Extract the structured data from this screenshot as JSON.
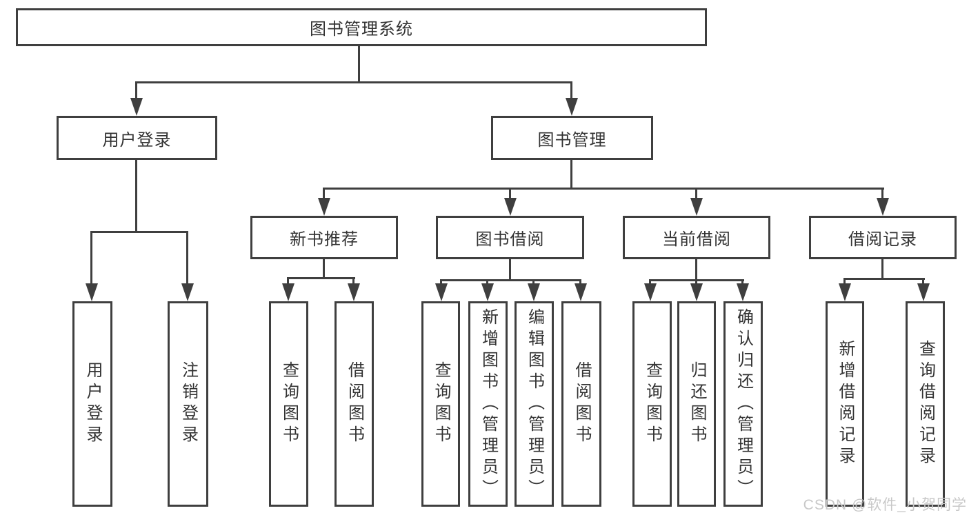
{
  "tree": {
    "label": "图书管理系统",
    "children": [
      {
        "label": "用户登录",
        "children": [
          {
            "label": "用户登录"
          },
          {
            "label": "注销登录"
          }
        ]
      },
      {
        "label": "图书管理",
        "children": [
          {
            "label": "新书推荐",
            "children": [
              {
                "label": "查询图书"
              },
              {
                "label": "借阅图书"
              }
            ]
          },
          {
            "label": "图书借阅",
            "children": [
              {
                "label": "查询图书"
              },
              {
                "label": "新增图书（管理员）"
              },
              {
                "label": "编辑图书（管理员）"
              },
              {
                "label": "借阅图书"
              }
            ]
          },
          {
            "label": "当前借阅",
            "children": [
              {
                "label": "查询图书"
              },
              {
                "label": "归还图书"
              },
              {
                "label": "确认归还（管理员）"
              }
            ]
          },
          {
            "label": "借阅记录",
            "children": [
              {
                "label": "新增借阅记录"
              },
              {
                "label": "查询借阅记录"
              }
            ]
          }
        ]
      }
    ]
  },
  "watermark": {
    "text": "CSDN @软件_小贺同学"
  },
  "colors": {
    "line": "#3f3f3f",
    "text": "#333333",
    "watermark": "#c8c8c8",
    "background": "#ffffff"
  }
}
